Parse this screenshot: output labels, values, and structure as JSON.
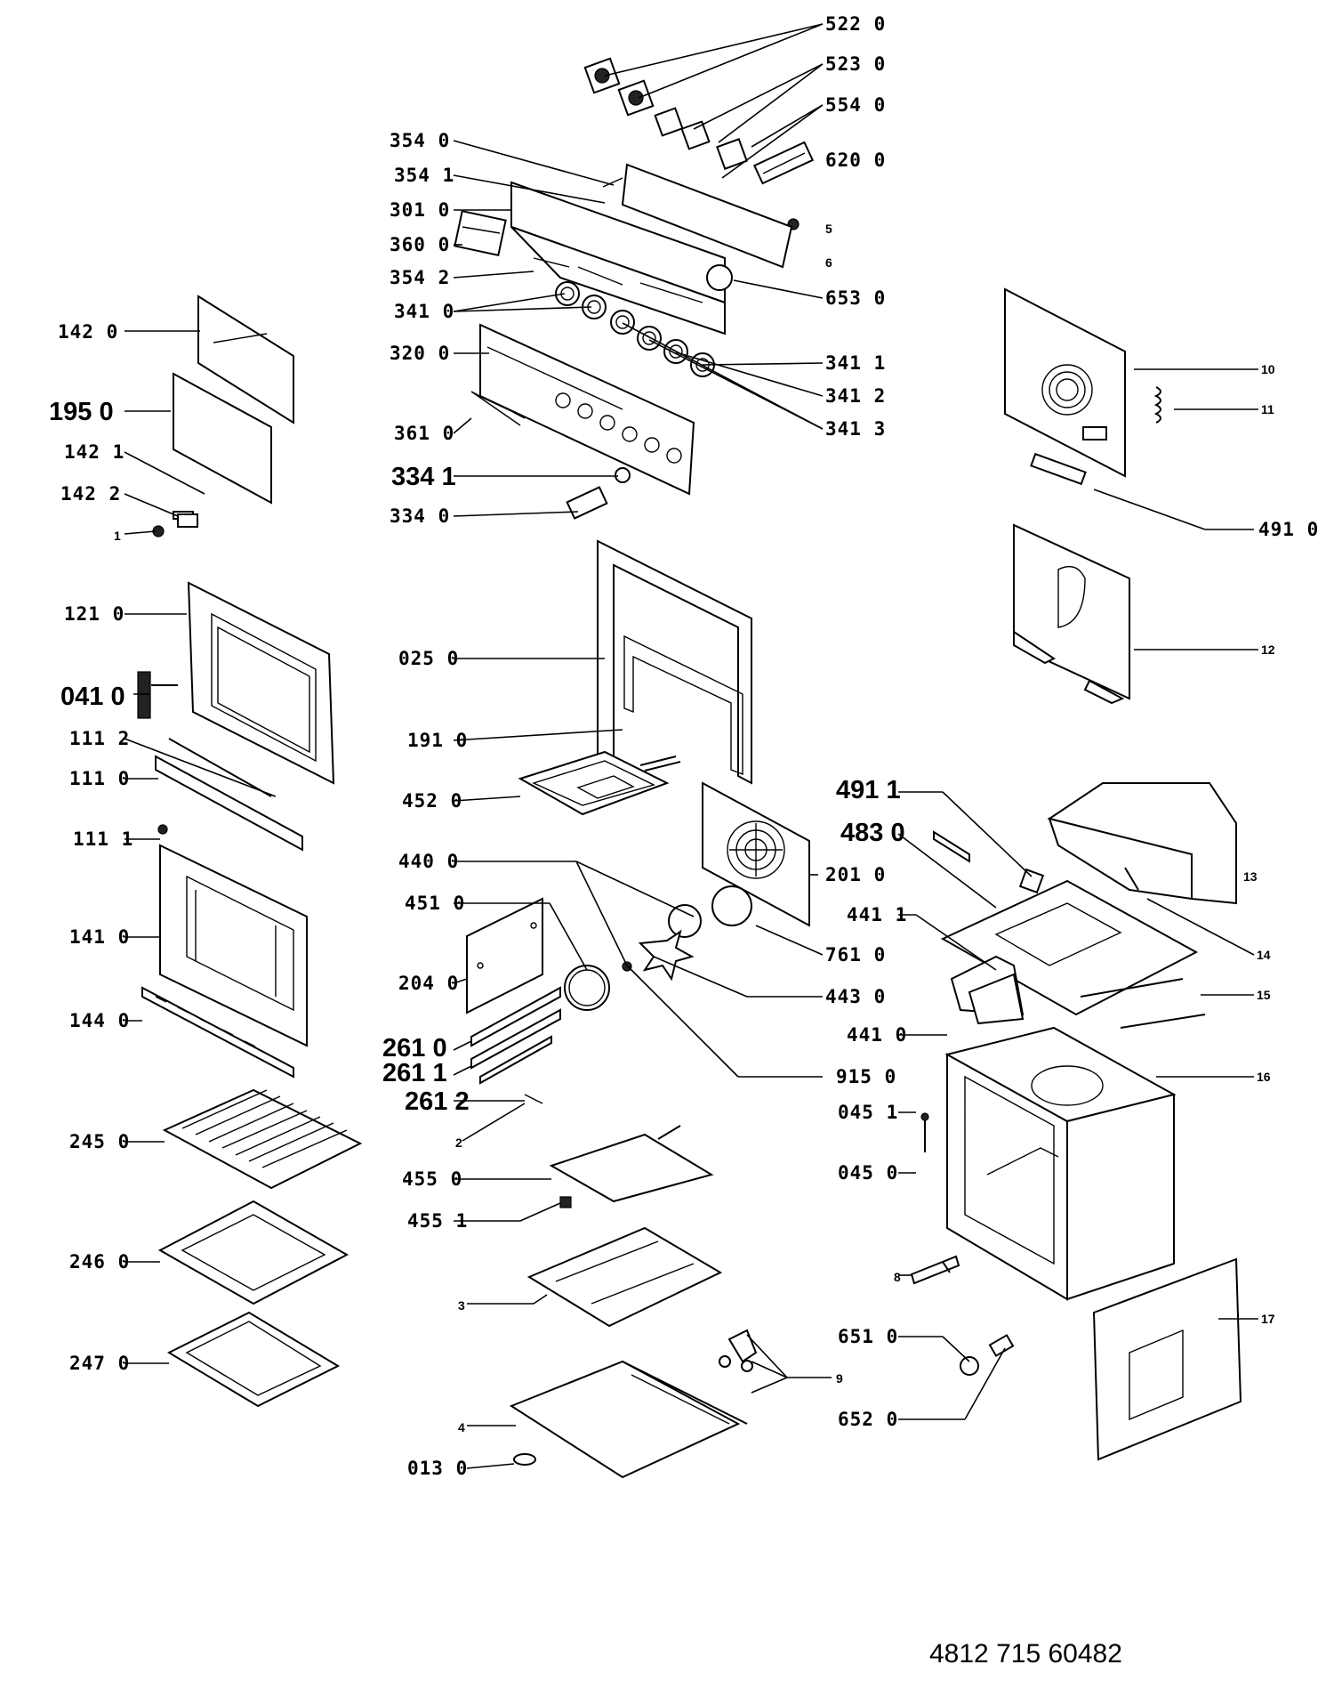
{
  "document_code": "4812 715 60482",
  "callouts": [
    {
      "id": "c522",
      "text": "522 0",
      "cls": "lbl"
    },
    {
      "id": "c523",
      "text": "523 0",
      "cls": "lbl"
    },
    {
      "id": "c554",
      "text": "554 0",
      "cls": "lbl"
    },
    {
      "id": "c620",
      "text": "620 0",
      "cls": "lbl"
    },
    {
      "id": "c5",
      "text": "5",
      "cls": "lbl-small"
    },
    {
      "id": "c6",
      "text": "6",
      "cls": "lbl-small"
    },
    {
      "id": "c653",
      "text": "653 0",
      "cls": "lbl"
    },
    {
      "id": "c354_0",
      "text": "354 0",
      "cls": "lbl"
    },
    {
      "id": "c354_1",
      "text": "354 1",
      "cls": "lbl"
    },
    {
      "id": "c301",
      "text": "301 0",
      "cls": "lbl"
    },
    {
      "id": "c360",
      "text": "360 0",
      "cls": "lbl"
    },
    {
      "id": "c354_2",
      "text": "354 2",
      "cls": "lbl"
    },
    {
      "id": "c341_0",
      "text": "341 0",
      "cls": "lbl"
    },
    {
      "id": "c320",
      "text": "320 0",
      "cls": "lbl"
    },
    {
      "id": "c341_1",
      "text": "341 1",
      "cls": "lbl"
    },
    {
      "id": "c341_2",
      "text": "341 2",
      "cls": "lbl"
    },
    {
      "id": "c341_3",
      "text": "341 3",
      "cls": "lbl"
    },
    {
      "id": "c361",
      "text": "361 0",
      "cls": "lbl"
    },
    {
      "id": "c334_1",
      "text": "334 1",
      "cls": "lbl-big"
    },
    {
      "id": "c334_0",
      "text": "334 0",
      "cls": "lbl"
    },
    {
      "id": "c142_0",
      "text": "142 0",
      "cls": "lbl"
    },
    {
      "id": "c195",
      "text": "195 0",
      "cls": "lbl-big"
    },
    {
      "id": "c142_1",
      "text": "142 1",
      "cls": "lbl"
    },
    {
      "id": "c142_2",
      "text": "142 2",
      "cls": "lbl"
    },
    {
      "id": "c1",
      "text": "1",
      "cls": "lbl-small"
    },
    {
      "id": "c10",
      "text": "10",
      "cls": "lbl-small"
    },
    {
      "id": "c11",
      "text": "11",
      "cls": "lbl-small"
    },
    {
      "id": "c491_0",
      "text": "491 0",
      "cls": "lbl"
    },
    {
      "id": "c12",
      "text": "12",
      "cls": "lbl-small"
    },
    {
      "id": "c121",
      "text": "121 0",
      "cls": "lbl"
    },
    {
      "id": "c041",
      "text": "041 0",
      "cls": "lbl-big"
    },
    {
      "id": "c111_2",
      "text": "111 2",
      "cls": "lbl"
    },
    {
      "id": "c111_0",
      "text": "111 0",
      "cls": "lbl"
    },
    {
      "id": "c111_1",
      "text": "111 1",
      "cls": "lbl"
    },
    {
      "id": "c025",
      "text": "025 0",
      "cls": "lbl"
    },
    {
      "id": "c191",
      "text": "191 0",
      "cls": "lbl"
    },
    {
      "id": "c452",
      "text": "452 0",
      "cls": "lbl"
    },
    {
      "id": "c491_1",
      "text": "491 1",
      "cls": "lbl-big"
    },
    {
      "id": "c483",
      "text": "483 0",
      "cls": "lbl-big"
    },
    {
      "id": "c201",
      "text": "201 0",
      "cls": "lbl"
    },
    {
      "id": "c13",
      "text": "13",
      "cls": "lbl-small"
    },
    {
      "id": "c440",
      "text": "440 0",
      "cls": "lbl"
    },
    {
      "id": "c451",
      "text": "451 0",
      "cls": "lbl"
    },
    {
      "id": "c441_1",
      "text": "441 1",
      "cls": "lbl"
    },
    {
      "id": "c761",
      "text": "761 0",
      "cls": "lbl"
    },
    {
      "id": "c14",
      "text": "14",
      "cls": "lbl-small"
    },
    {
      "id": "c141",
      "text": "141 0",
      "cls": "lbl"
    },
    {
      "id": "c204",
      "text": "204 0",
      "cls": "lbl"
    },
    {
      "id": "c443",
      "text": "443 0",
      "cls": "lbl"
    },
    {
      "id": "c15",
      "text": "15",
      "cls": "lbl-small"
    },
    {
      "id": "c144",
      "text": "144 0",
      "cls": "lbl"
    },
    {
      "id": "c441_0",
      "text": "441 0",
      "cls": "lbl"
    },
    {
      "id": "c261_0",
      "text": "261 0",
      "cls": "lbl-big"
    },
    {
      "id": "c261_1",
      "text": "261 1",
      "cls": "lbl-big"
    },
    {
      "id": "c915",
      "text": "915 0",
      "cls": "lbl"
    },
    {
      "id": "c16",
      "text": "16",
      "cls": "lbl-small"
    },
    {
      "id": "c261_2",
      "text": "261 2",
      "cls": "lbl-big"
    },
    {
      "id": "c045_1",
      "text": "045 1",
      "cls": "lbl"
    },
    {
      "id": "c2",
      "text": "2",
      "cls": "lbl-small"
    },
    {
      "id": "c245",
      "text": "245 0",
      "cls": "lbl"
    },
    {
      "id": "c455_0",
      "text": "455 0",
      "cls": "lbl"
    },
    {
      "id": "c045_0",
      "text": "045 0",
      "cls": "lbl"
    },
    {
      "id": "c455_1",
      "text": "455 1",
      "cls": "lbl"
    },
    {
      "id": "c246",
      "text": "246 0",
      "cls": "lbl"
    },
    {
      "id": "c8",
      "text": "8",
      "cls": "lbl-small"
    },
    {
      "id": "c3",
      "text": "3",
      "cls": "lbl-small"
    },
    {
      "id": "c17",
      "text": "17",
      "cls": "lbl-small"
    },
    {
      "id": "c651",
      "text": "651 0",
      "cls": "lbl"
    },
    {
      "id": "c247",
      "text": "247 0",
      "cls": "lbl"
    },
    {
      "id": "c9",
      "text": "9",
      "cls": "lbl-small"
    },
    {
      "id": "c652",
      "text": "652 0",
      "cls": "lbl"
    },
    {
      "id": "c4",
      "text": "4",
      "cls": "lbl-small"
    },
    {
      "id": "c013",
      "text": "013 0",
      "cls": "lbl"
    }
  ]
}
